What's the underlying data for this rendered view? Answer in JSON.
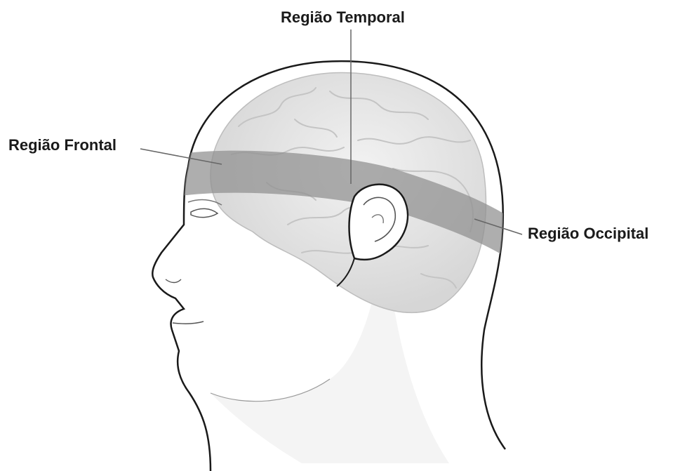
{
  "labels": {
    "temporal": "Região Temporal",
    "frontal": "Região Frontal",
    "occipital": "Região Occipital"
  },
  "colors": {
    "band": "#8f8f8f",
    "outline": "#1a1a1a",
    "brain": "#e4e4e4",
    "leader_line": "#666666"
  }
}
